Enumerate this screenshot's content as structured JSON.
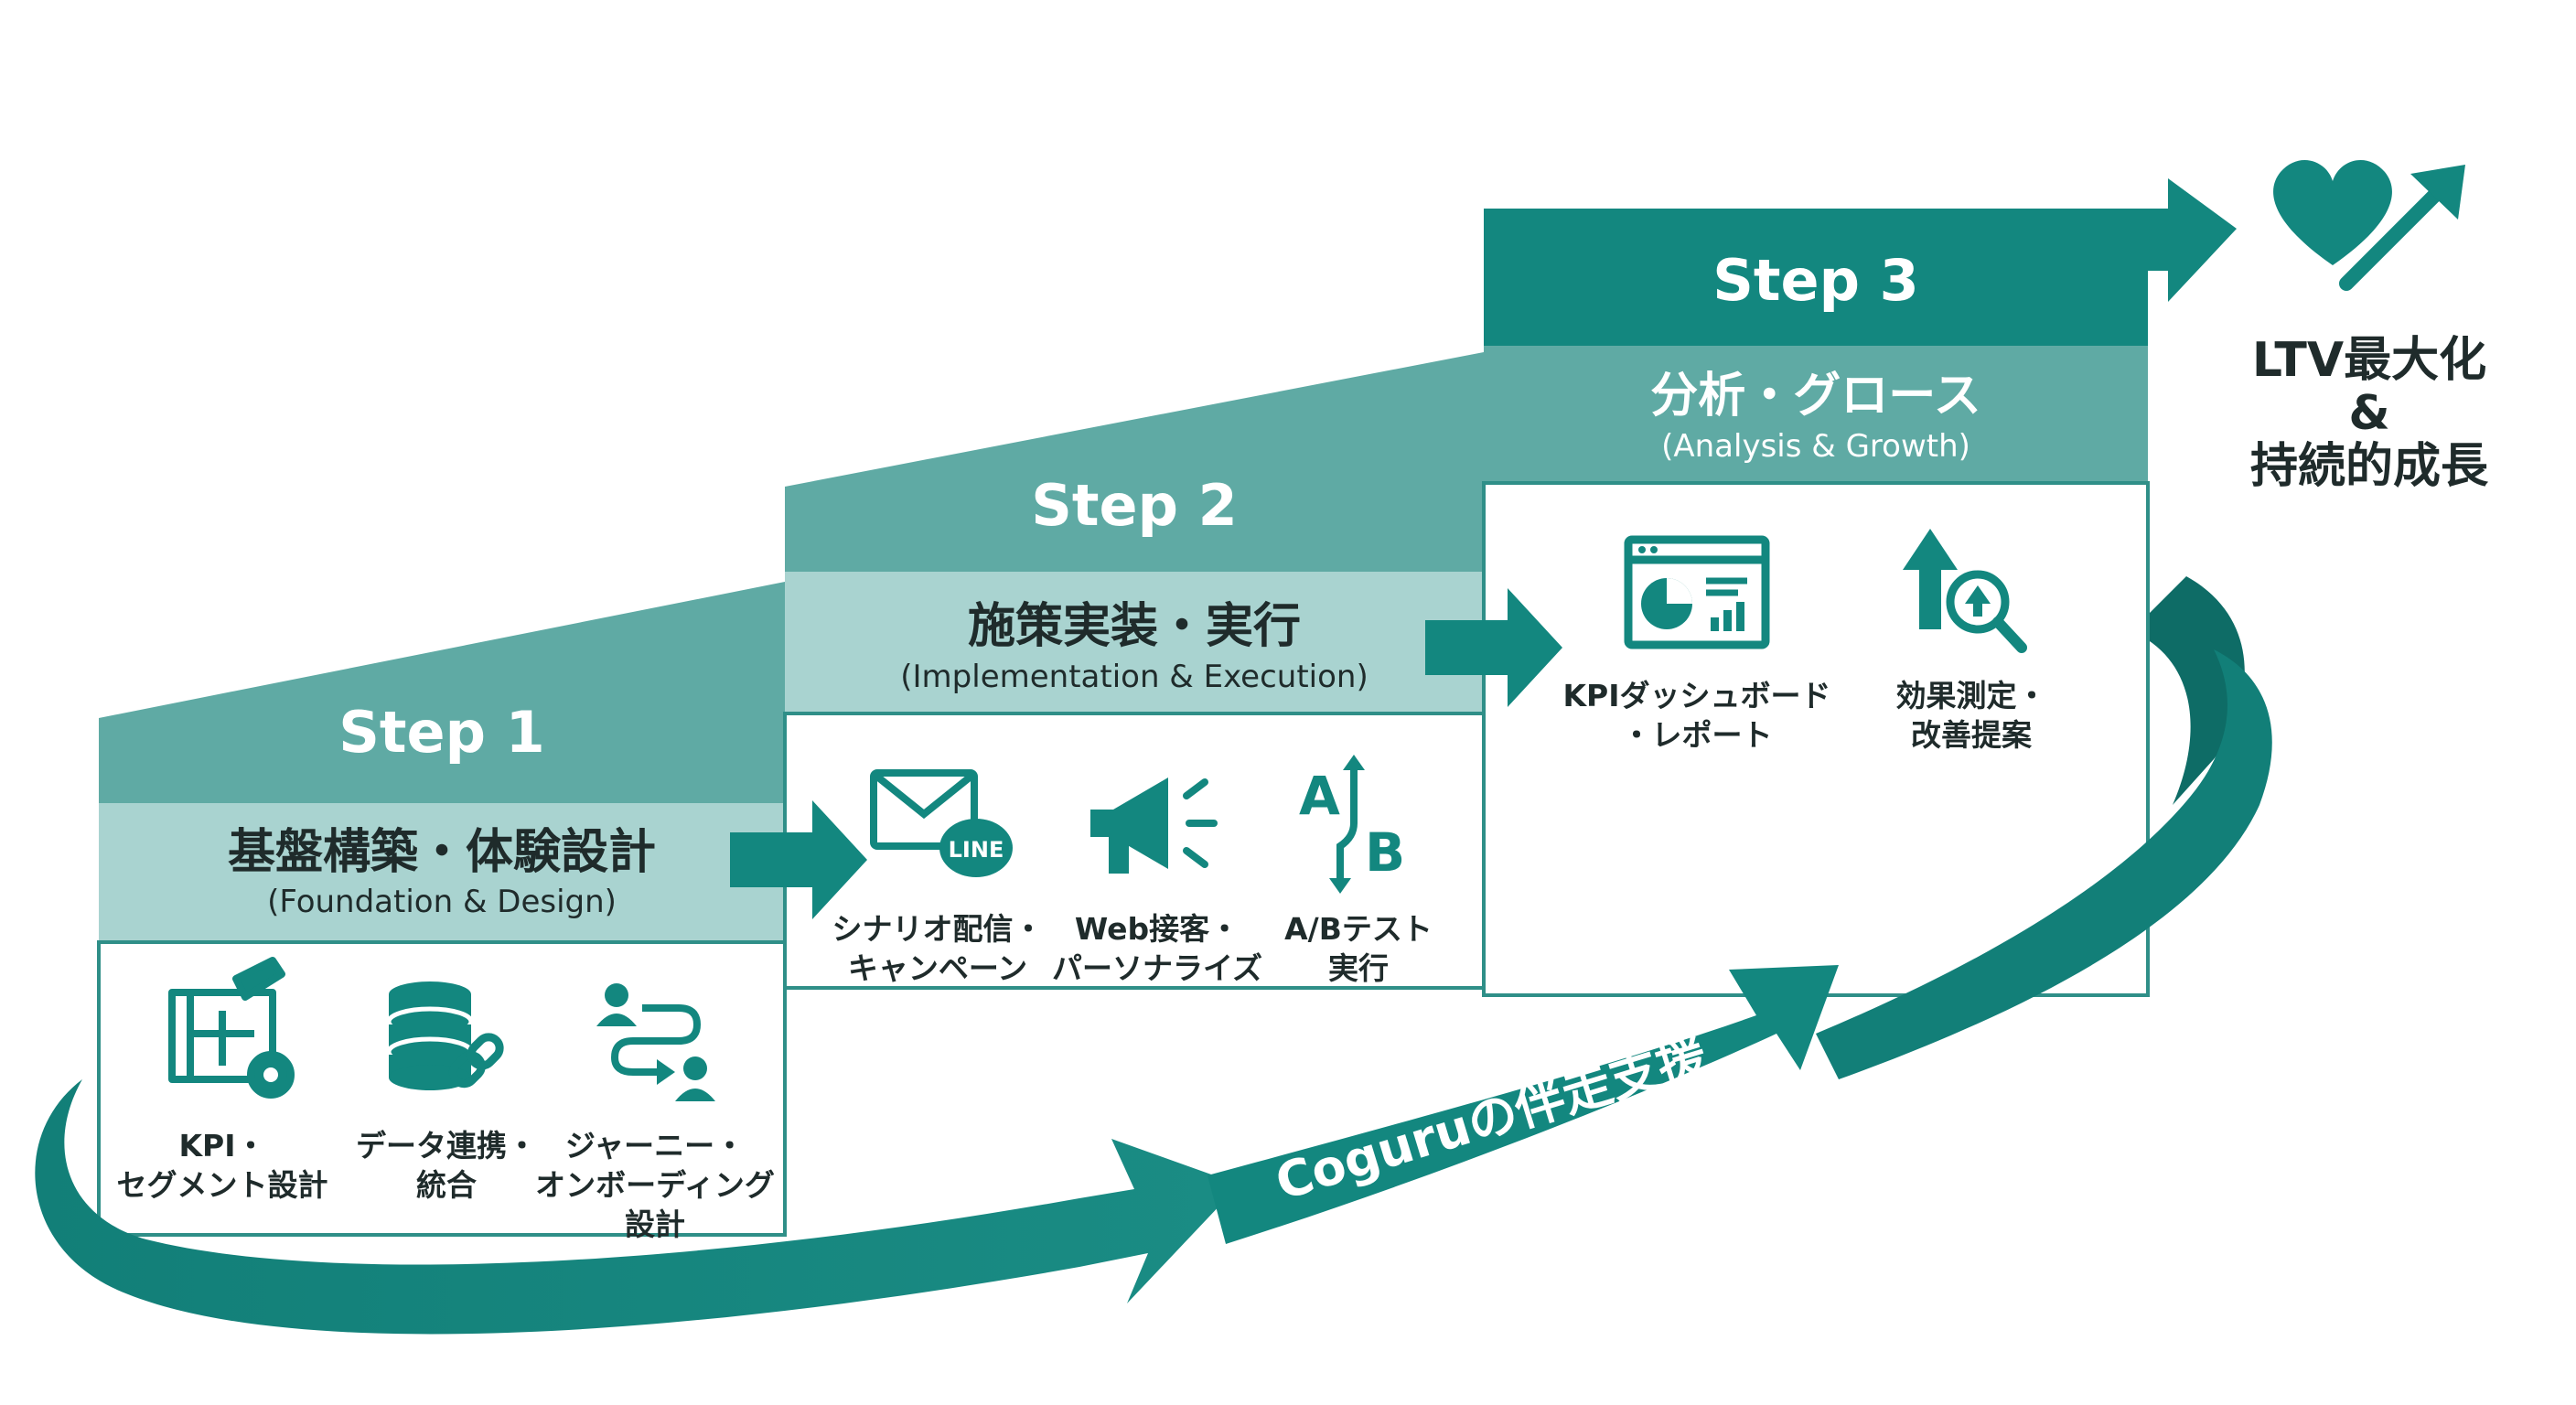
{
  "colors": {
    "teal_dark": "#13877f",
    "teal_mid": "#5faaa4",
    "teal_light": "#a9d3d0",
    "teal_pale": "#cfe6e4",
    "text_dark": "#1f2b2b"
  },
  "steps": [
    {
      "label": "Step 1",
      "title": "基盤構築・体験設計",
      "subtitle": "(Foundation & Design)",
      "items": [
        {
          "icon": "blueprint-gear-icon",
          "label": "KPI・\nセグメント設計"
        },
        {
          "icon": "database-link-icon",
          "label": "データ連携・\n統合"
        },
        {
          "icon": "journey-users-icon",
          "label": "ジャーニー・\nオンボーディング\n設計"
        }
      ]
    },
    {
      "label": "Step 2",
      "title": "施策実装・実行",
      "subtitle": "(Implementation & Execution)",
      "items": [
        {
          "icon": "email-line-icon",
          "label": "シナリオ配信・\nキャンペーン",
          "badge": "LINE"
        },
        {
          "icon": "megaphone-icon",
          "label": "Web接客・\nパーソナライズ"
        },
        {
          "icon": "ab-test-icon",
          "label": "A/Bテスト\n実行",
          "glyph_a": "A",
          "glyph_b": "B"
        }
      ]
    },
    {
      "label": "Step 3",
      "title": "分析・グロース",
      "subtitle": "(Analysis & Growth)",
      "items": [
        {
          "icon": "kpi-dashboard-icon",
          "label": "KPIダッシュボード\n・レポート"
        },
        {
          "icon": "improvement-search-icon",
          "label": "効果測定・\n改善提案"
        }
      ]
    }
  ],
  "goal": {
    "icon": "heart-growth-arrow-icon",
    "label": "LTV最大化\n&\n持続的成長"
  },
  "support_ribbon": {
    "label": "Coguruの伴走支援"
  }
}
